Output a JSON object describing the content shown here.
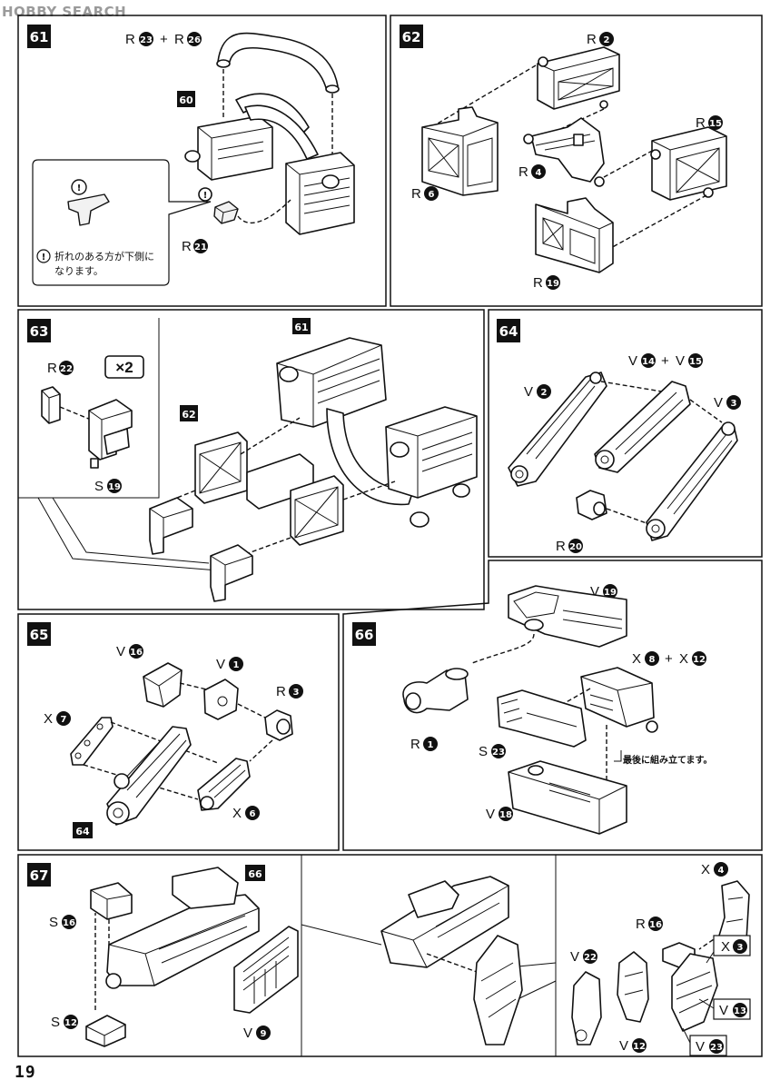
{
  "header": {
    "watermark": "HOBBY SEARCH"
  },
  "footer": {
    "page_number": "19"
  },
  "steps": [
    {
      "number": "61",
      "labels": {
        "r23": "R",
        "r23n": "23",
        "plus": "+",
        "r26": "R",
        "r26n": "26",
        "sub": "60",
        "r21": "R",
        "r21n": "21"
      },
      "note": {
        "icon": "!",
        "line1": "折れのある方が下側に",
        "line2": "なります。"
      }
    },
    {
      "number": "62",
      "labels": {
        "r2": "R",
        "r2n": "2",
        "r15": "R",
        "r15n": "15",
        "r4": "R",
        "r4n": "4",
        "r6": "R",
        "r6n": "6",
        "r19": "R",
        "r19n": "19"
      }
    },
    {
      "number": "63",
      "labels": {
        "r22": "R",
        "r22n": "22",
        "times": "×2",
        "s19": "S",
        "s19n": "19",
        "sub61": "61",
        "sub62": "62"
      }
    },
    {
      "number": "64",
      "labels": {
        "v2": "V",
        "v2n": "2",
        "v14": "V",
        "v14n": "14",
        "plus": "+",
        "v15": "V",
        "v15n": "15",
        "v3": "V",
        "v3n": "3",
        "r20": "R",
        "r20n": "20"
      }
    },
    {
      "number": "65",
      "labels": {
        "v16": "V",
        "v16n": "16",
        "v1": "V",
        "v1n": "1",
        "r3": "R",
        "r3n": "3",
        "x7": "X",
        "x7n": "7",
        "x6": "X",
        "x6n": "6",
        "sub64": "64"
      }
    },
    {
      "number": "66",
      "labels": {
        "v19": "V",
        "v19n": "19",
        "x8": "X",
        "x8n": "8",
        "plus": "+",
        "x12": "X",
        "x12n": "12",
        "r1": "R",
        "r1n": "1",
        "s23": "S",
        "s23n": "23",
        "v18": "V",
        "v18n": "18"
      },
      "note": "最後に組み立てます。"
    },
    {
      "number": "67",
      "labels": {
        "sub66": "66",
        "s16": "S",
        "s16n": "16",
        "v9": "V",
        "v9n": "9",
        "s12": "S",
        "s12n": "12",
        "x4": "X",
        "x4n": "4",
        "r16": "R",
        "r16n": "16",
        "x3": "X",
        "x3n": "3",
        "v22": "V",
        "v22n": "22",
        "v12": "V",
        "v12n": "12",
        "v13": "V",
        "v13n": "13",
        "v23": "V",
        "v23n": "23"
      }
    }
  ]
}
